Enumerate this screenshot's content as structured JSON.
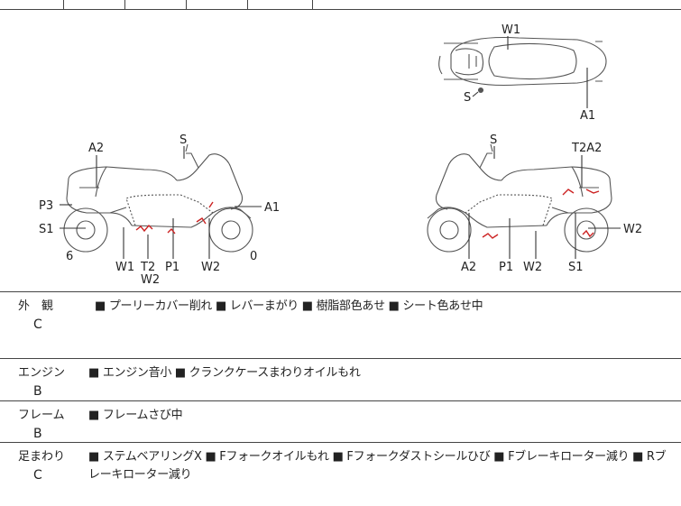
{
  "diagram": {
    "top_view_labels": [
      "W1",
      "S",
      "A1"
    ],
    "left_view_labels": [
      "S",
      "A2",
      "P3",
      "S1",
      "A1",
      "6",
      "W1",
      "T2",
      "W2",
      "P1",
      "W2",
      "0"
    ],
    "right_view_labels": [
      "S",
      "T2A2",
      "W2",
      "A2",
      "P1",
      "W2",
      "S1"
    ],
    "damage_color": "#cc2222"
  },
  "sections": [
    {
      "category": "外　観",
      "grade": "C",
      "notes": "■ プーリーカバー削れ ■ レバーまがり ■ 樹脂部色あせ ■ シート色あせ中"
    },
    {
      "category": "エンジン",
      "grade": "B",
      "notes": "■ エンジン音小 ■ クランクケースまわりオイルもれ"
    },
    {
      "category": "フレーム",
      "grade": "B",
      "notes": "■ フレームさび中"
    },
    {
      "category": "足まわり",
      "grade": "C",
      "notes": "■ ステムベアリングX ■ Fフォークオイルもれ ■ Fフォークダストシールひび ■ Fブレーキローター減り ■ Rブレーキローター減り"
    }
  ]
}
